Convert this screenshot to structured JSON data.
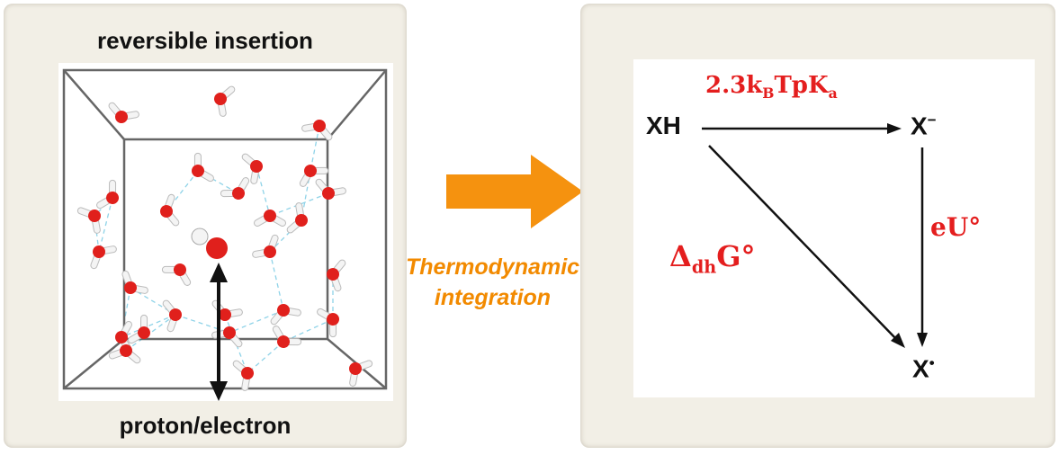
{
  "left_panel": {
    "title": "reversible insertion",
    "caption": "proton/electron"
  },
  "transition": {
    "label_line1": "Thermodynamic",
    "label_line2": "integration",
    "arrow_color": "#f5920f",
    "label_color": "#f28a00"
  },
  "scheme": {
    "reactant": "XH",
    "anion_base": "X",
    "anion_charge": "−",
    "radical_base": "X",
    "radical_mark": "•",
    "top_label_base": "2.3k",
    "top_label_sub": "B",
    "top_label_mid": "TpK",
    "top_label_sub2": "a",
    "right_label": "eU°",
    "diag_label_base": "Δ",
    "diag_label_sub": "dh",
    "diag_label_tail": "G°",
    "label_color": "#e41e1e"
  },
  "colors": {
    "panel_bg": "#f2efe6",
    "oxygen": "#e0201c",
    "hydrogen": "#f4f4f4",
    "hbond": "#8fd3e8",
    "box_edge": "#666666"
  }
}
